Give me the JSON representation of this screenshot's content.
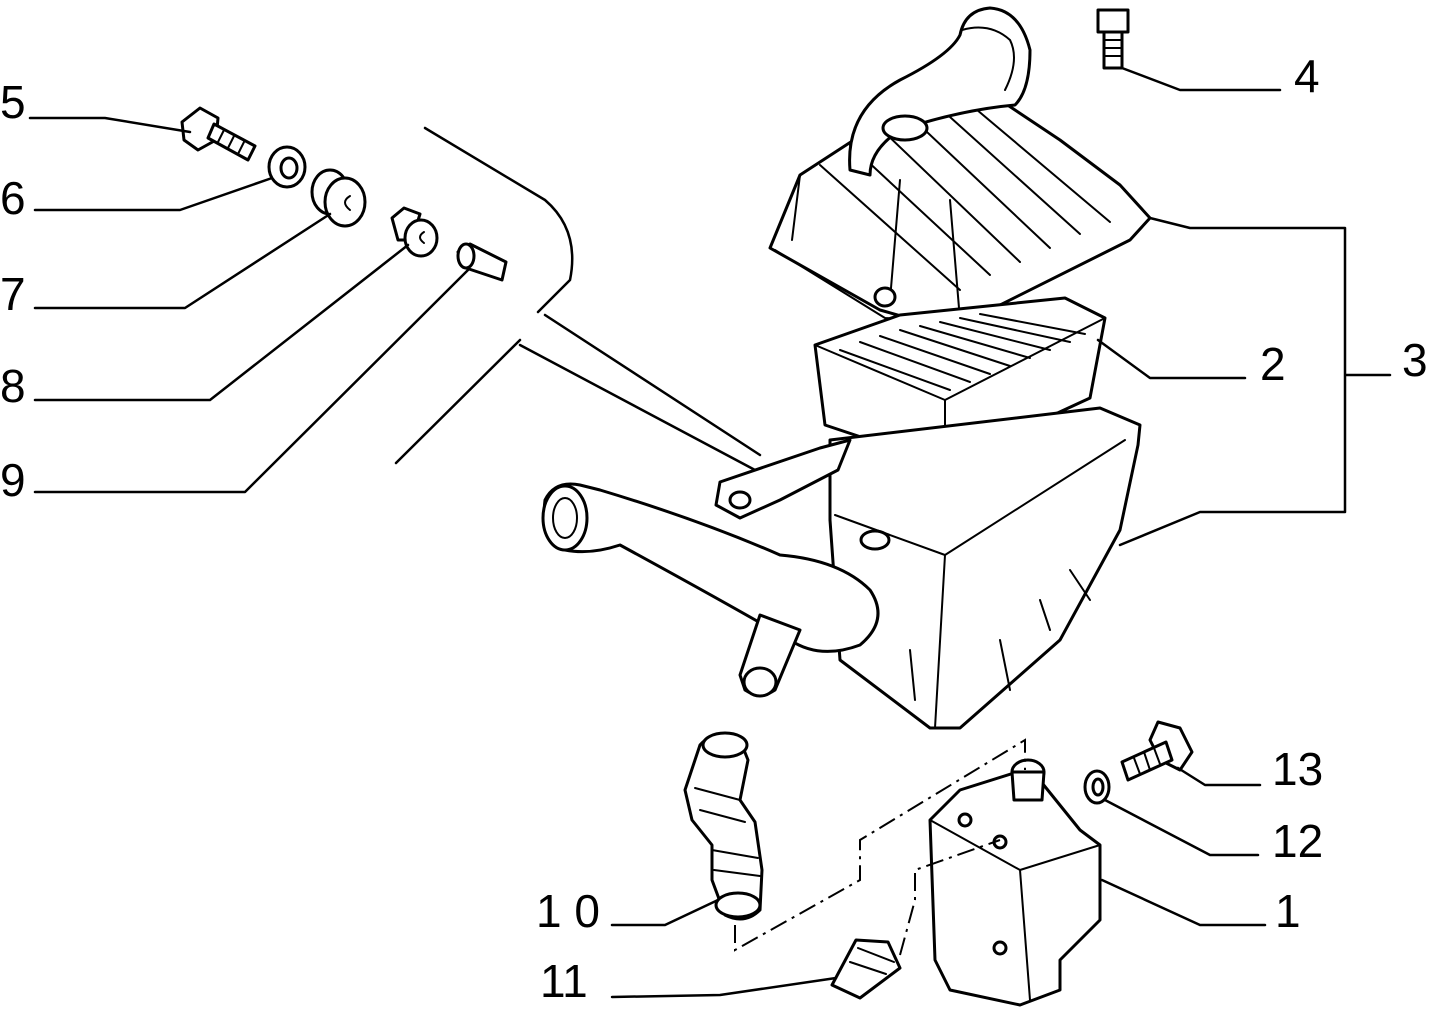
{
  "callouts": {
    "c1": "1",
    "c2": "2",
    "c3": "3",
    "c4": "4",
    "c5": "5",
    "c6": "6",
    "c7": "7",
    "c8": "8",
    "c9": "9",
    "c10": "1 0",
    "c11": "11",
    "c12": "12",
    "c13": "13"
  }
}
